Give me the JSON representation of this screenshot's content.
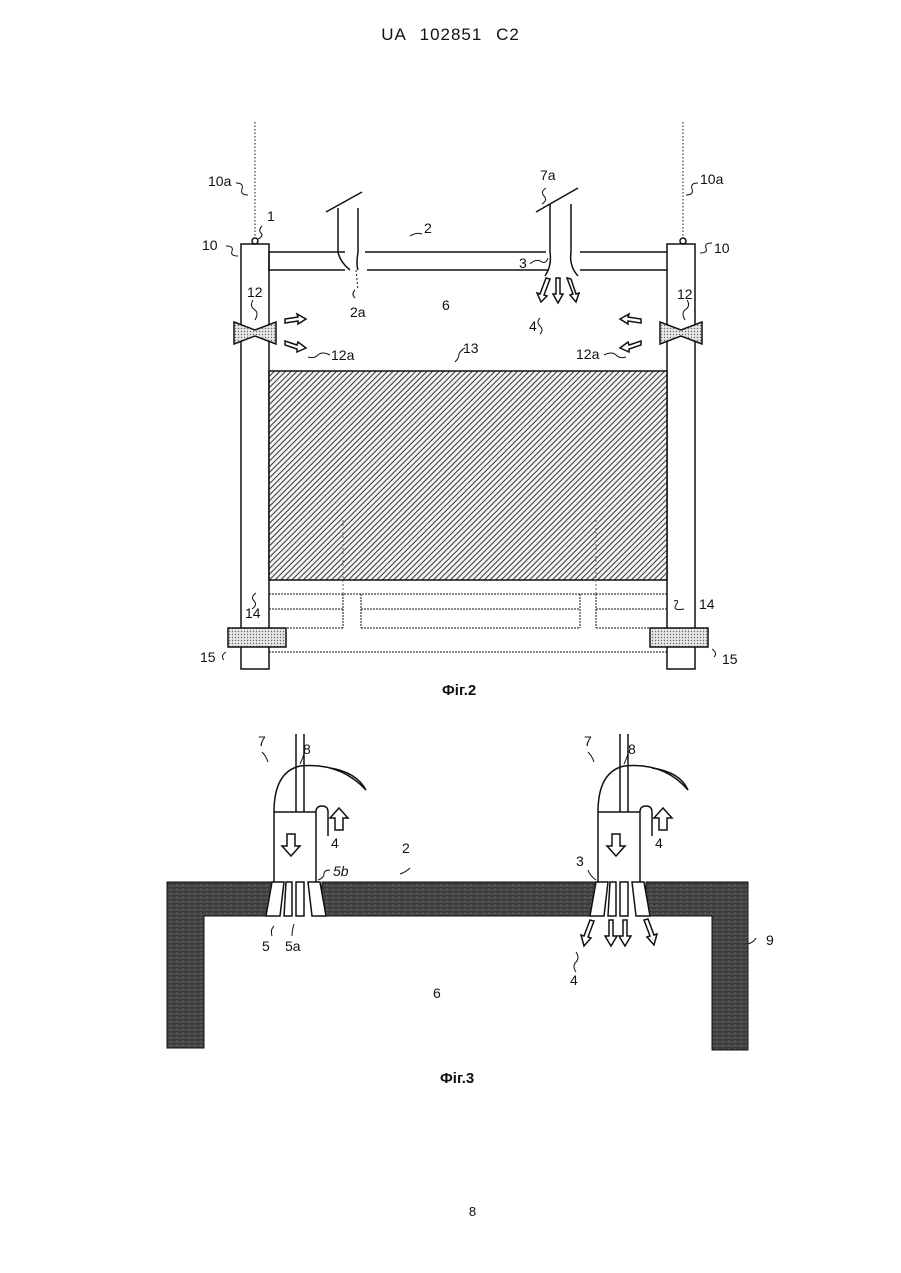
{
  "header": {
    "code": "UA",
    "number": "102851",
    "kind": "C2"
  },
  "page_number": "8",
  "figure2": {
    "caption": "Фіг.2",
    "labels": {
      "l10a_left": "10a",
      "l10a_right": "10a",
      "l7a": "7a",
      "l1": "1",
      "l2": "2",
      "l10_left": "10",
      "l10_right": "10",
      "l3": "3",
      "l12_left": "12",
      "l12_right": "12",
      "l2a": "2a",
      "l6": "6",
      "l4": "4",
      "l12a_left": "12a",
      "l12a_right": "12a",
      "l13": "13",
      "l14_left": "14",
      "l14_right": "14",
      "l15_left": "15",
      "l15_right": "15"
    }
  },
  "figure3": {
    "caption": "Фіг.3",
    "labels": {
      "l7_left": "7",
      "l8_left": "8",
      "l7_right": "7",
      "l8_right": "8",
      "l4_top_left": "4",
      "l4_top_right": "4",
      "l2": "2",
      "l5b": "5b",
      "l3": "3",
      "l5": "5",
      "l5a": "5a",
      "l9": "9",
      "l6": "6",
      "l4_bottom": "4"
    }
  }
}
